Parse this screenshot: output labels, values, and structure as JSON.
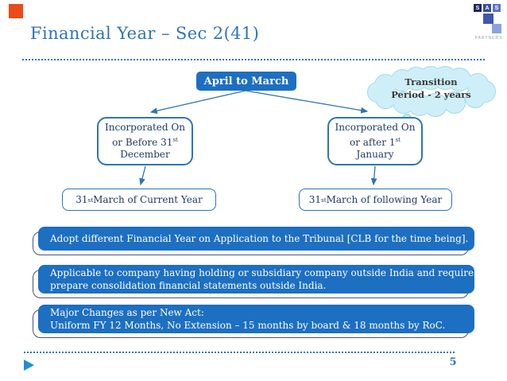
{
  "slide": {
    "title": "Financial Year – Sec 2(41)",
    "page_number": "5"
  },
  "logo": {
    "letters": [
      "S",
      "A",
      "S"
    ],
    "caption": "PARTNERS"
  },
  "flowchart": {
    "root_label": "April to March",
    "cloud_note": {
      "line1": "Transition",
      "line2": "Period - 2 years"
    },
    "left_branch": {
      "condition_line1": "Incorporated On",
      "condition_line2": "or Before 31{st}",
      "condition_line3": "December",
      "result": "31{st} March of Current Year"
    },
    "right_branch": {
      "condition_line1": "Incorporated On",
      "condition_line2": "or after 1{st}",
      "condition_line3": "January",
      "result": "31{st} March of following Year"
    }
  },
  "notes": [
    {
      "line1": "Adopt different Financial Year on Application to the Tribunal [CLB for the time being].",
      "line2": ""
    },
    {
      "line1": "Applicable to company having holding or subsidiary company outside India and requires to",
      "line2": "prepare consolidation financial statements outside India."
    },
    {
      "line1": "Major Changes as per New Act:",
      "line2": "Uniform FY 12 Months, No Extension – 15 months by board & 18 months by RoC."
    }
  ],
  "colors": {
    "accent_blue": "#2E75B6",
    "banner_fill": "#1D6FC2",
    "dark_text": "#1F3B63",
    "cloud_fill": "#CFEFF8",
    "cloud_stroke": "#A3DAEC",
    "orange_marker": "#EA4B17",
    "footer_arrow": "#1E8FD0"
  }
}
